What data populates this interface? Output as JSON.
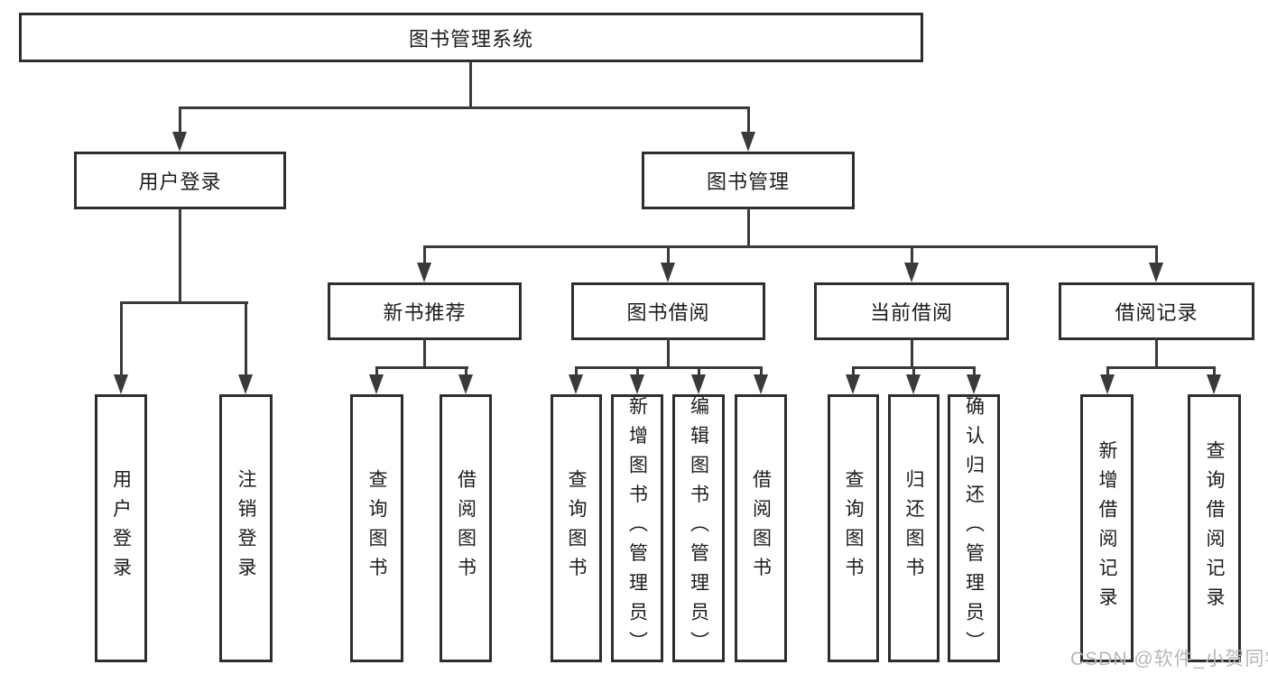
{
  "title": "图书管理系统",
  "colors": {
    "background": "#ffffff",
    "box_border": "#2e2e2e",
    "connector": "#3a3a3a",
    "text": "#1c1c1c",
    "watermark": "#b7b7b7"
  },
  "watermark": "CSDN @软件_小贺同学",
  "nodes": {
    "root": "图书管理系统",
    "user_login": "用户登录",
    "book_mgmt": "图书管理",
    "new_book_rec": "新书推荐",
    "book_borrow": "图书借阅",
    "current_borrow": "当前借阅",
    "borrow_records": "借阅记录",
    "leaf_user_login": "用户登录",
    "leaf_logout": "注销登录",
    "leaf_query_book_rec": "查询图书",
    "leaf_borrow_book_rec": "借阅图书",
    "leaf_query_book_borrow": "查询图书",
    "leaf_add_book": "新增图书（管理员）",
    "leaf_edit_book": "编辑图书（管理员）",
    "leaf_borrow_book_borrow": "借阅图书",
    "leaf_query_book_current": "查询图书",
    "leaf_return_book": "归还图书",
    "leaf_confirm_return": "确认归还（管理员）",
    "leaf_add_record": "新增借阅记录",
    "leaf_query_record": "查询借阅记录"
  },
  "hierarchy": {
    "图书管理系统": [
      "用户登录",
      "图书管理"
    ],
    "用户登录": [
      "用户登录",
      "注销登录"
    ],
    "图书管理": [
      "新书推荐",
      "图书借阅",
      "当前借阅",
      "借阅记录"
    ],
    "新书推荐": [
      "查询图书",
      "借阅图书"
    ],
    "图书借阅": [
      "查询图书",
      "新增图书（管理员）",
      "编辑图书（管理员）",
      "借阅图书"
    ],
    "当前借阅": [
      "查询图书",
      "归还图书",
      "确认归还（管理员）"
    ],
    "借阅记录": [
      "新增借阅记录",
      "查询借阅记录"
    ]
  }
}
